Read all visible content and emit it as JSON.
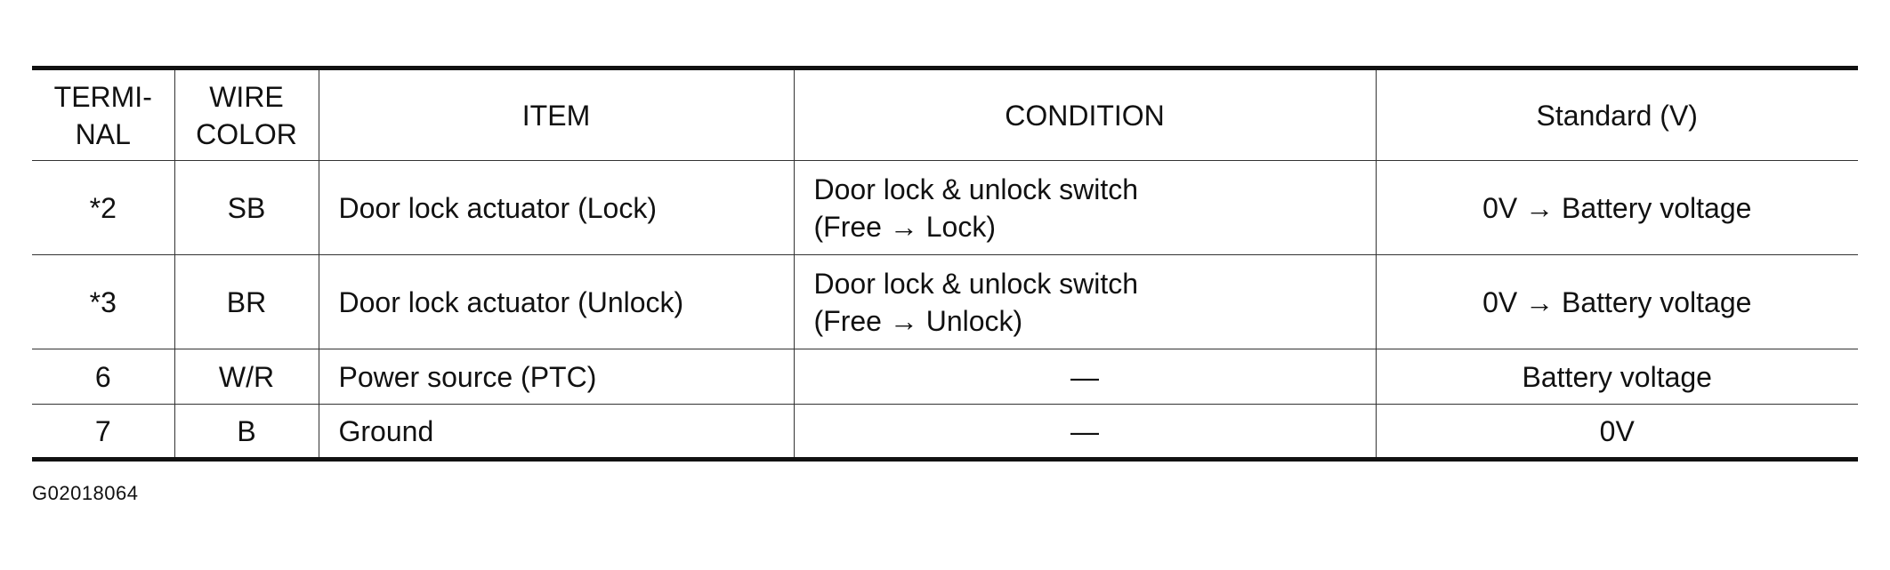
{
  "table": {
    "headers": {
      "terminal": [
        "TERMI-",
        "NAL"
      ],
      "wire_color": [
        "WIRE",
        "COLOR"
      ],
      "item": "ITEM",
      "condition": "CONDITION",
      "standard": "Standard (V)"
    },
    "rows": [
      {
        "terminal": "*2",
        "wire_color": "SB",
        "item": "Door lock actuator (Lock)",
        "condition": [
          "Door lock & unlock switch",
          "(Free → Lock)"
        ],
        "standard": "0V → Battery voltage"
      },
      {
        "terminal": "*3",
        "wire_color": "BR",
        "item": "Door lock actuator (Unlock)",
        "condition": [
          "Door lock & unlock switch",
          "(Free → Unlock)"
        ],
        "standard": "0V → Battery voltage"
      },
      {
        "terminal": "6",
        "wire_color": "W/R",
        "item": "Power source (PTC)",
        "condition": [
          "—"
        ],
        "standard": "Battery voltage"
      },
      {
        "terminal": "7",
        "wire_color": "B",
        "item": "Ground",
        "condition": [
          "—"
        ],
        "standard": "0V"
      }
    ]
  },
  "figure_code": "G02018064"
}
